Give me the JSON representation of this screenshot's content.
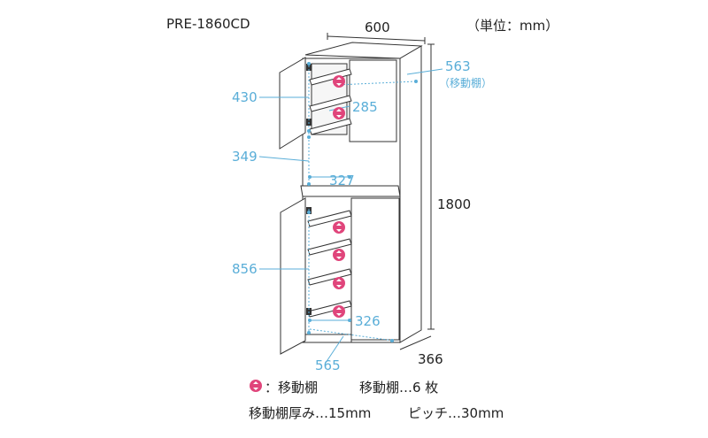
{
  "header": {
    "model": "PRE-1860CD",
    "unit": "（単位：mm）"
  },
  "dimensions": {
    "width": "600",
    "height": "1800",
    "depth": "366",
    "upper_inner_height": "430",
    "upper_shelf_width": "285",
    "upper_shelf_depth": "563",
    "upper_shelf_depth_note": "（移動棚）",
    "open_height": "349",
    "open_width": "327",
    "lower_inner_height": "856",
    "lower_shelf_width": "326",
    "lower_inner_depth": "565"
  },
  "legend": {
    "marker_label": "：移動棚",
    "shelf_count": "移動棚…6 枚",
    "shelf_thickness": "移動棚厚み…15mm",
    "pitch": "ピッチ…30mm"
  },
  "colors": {
    "accent": "#5aaed8",
    "marker": "#e0457b",
    "outline": "#333333",
    "cabinet": "#ffffff"
  }
}
